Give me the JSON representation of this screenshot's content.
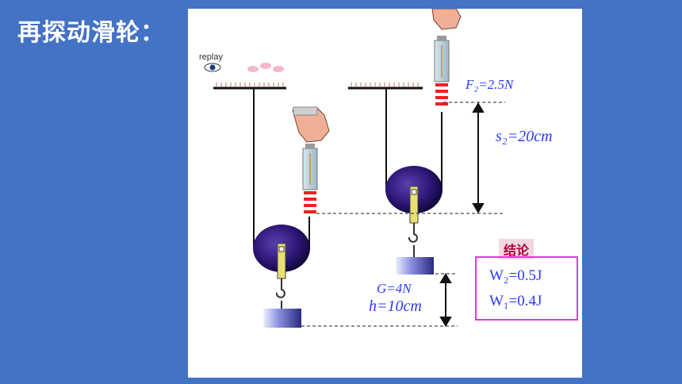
{
  "title": "再探动滑轮：",
  "replay_label": "replay",
  "labels": {
    "f2": "F₂=2.5N",
    "s2": "s₂=20cm",
    "g": "G=4N",
    "h": "h=10cm"
  },
  "conclusion": {
    "title": "结论",
    "w2": "W₂=0.5J",
    "w1": "W₁=0.4J"
  }
}
